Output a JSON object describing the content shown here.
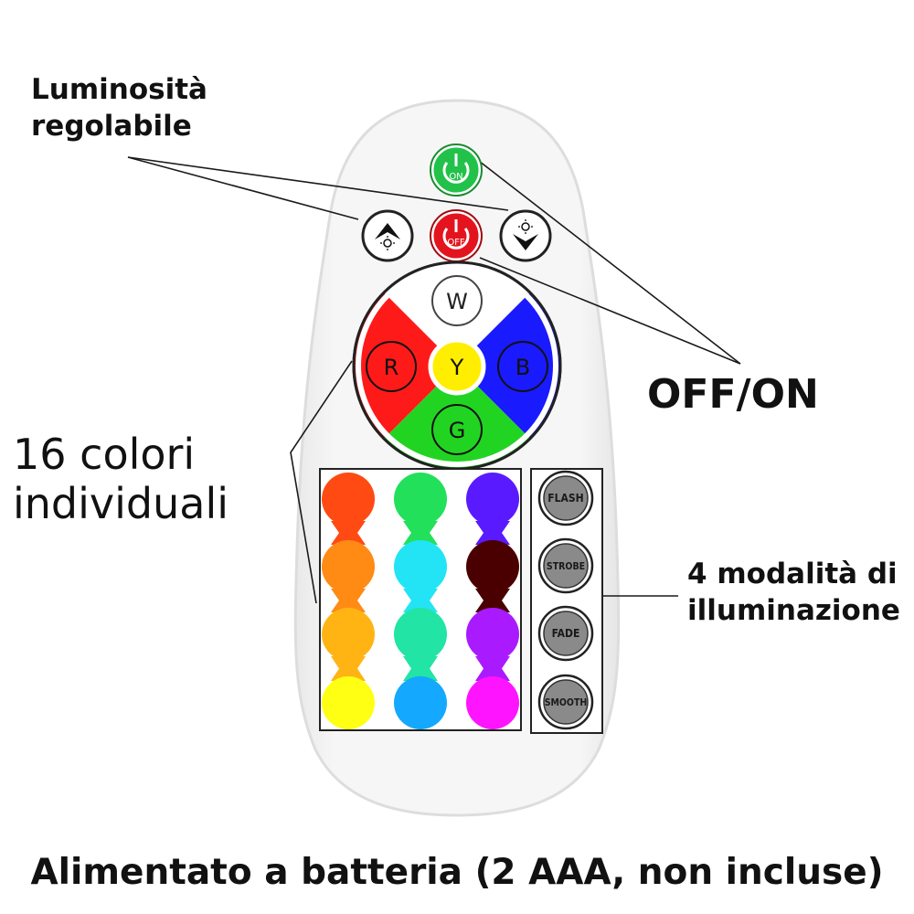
{
  "annotations": {
    "brightness": [
      "Luminosità",
      "regolabile"
    ],
    "power": "OFF/ON",
    "colors": [
      "16 colori",
      "individuali"
    ],
    "modes": [
      "4 modalità di",
      "illuminazione"
    ],
    "battery": "Alimentato a batteria (2 AAA, non incluse)"
  },
  "remote": {
    "power_buttons": {
      "on_label": "ON",
      "off_label": "OFF",
      "on_color": "#22c24a",
      "off_color": "#e4141e"
    },
    "brightness_buttons": {
      "up_icon": "brightness-up-icon",
      "down_icon": "brightness-down-icon"
    },
    "color_wheel": {
      "white": "W",
      "red": "R",
      "yellow": "Y",
      "blue": "B",
      "green": "G",
      "colors": {
        "red": "#ff1a1a",
        "blue": "#1a1aff",
        "green": "#22d422",
        "yellow": "#ffee00",
        "white": "#ffffff"
      }
    },
    "color_grid": [
      [
        "#ff4a14",
        "#22e05a",
        "#5a1aff"
      ],
      [
        "#ff8a14",
        "#22e4f4",
        "#4a0000"
      ],
      [
        "#ffb414",
        "#22e4a4",
        "#aa1aff"
      ],
      [
        "#ffff14",
        "#14a8ff",
        "#ff14ff"
      ]
    ],
    "modes": [
      "FLASH",
      "STROBE",
      "FADE",
      "SMOOTH"
    ]
  }
}
